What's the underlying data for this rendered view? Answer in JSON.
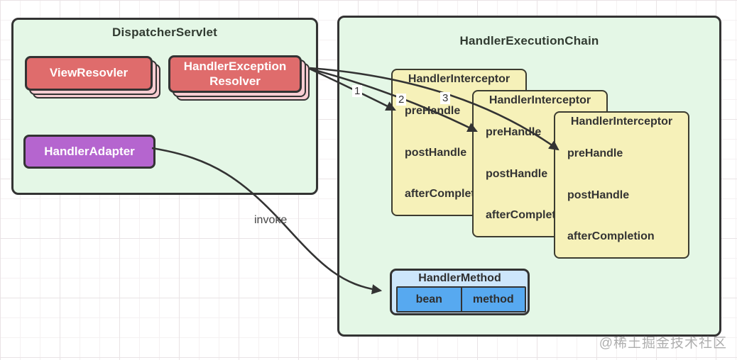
{
  "dispatcher": {
    "title": "DispatcherServlet",
    "view_resolver_label": "ViewResovler",
    "exception_resolver_label": "HandlerException\nResolver",
    "handler_adapter_label": "HandlerAdapter"
  },
  "chain": {
    "title": "HandlerExecutionChain",
    "interceptors": [
      {
        "title": "HandlerInterceptor",
        "methods": [
          "preHandle",
          "postHandle",
          "afterCompletion"
        ]
      },
      {
        "title": "HandlerInterceptor",
        "methods": [
          "preHandle",
          "postHandle",
          "afterCompletion"
        ]
      },
      {
        "title": "HandlerInterceptor",
        "methods": [
          "preHandle",
          "postHandle",
          "afterCompletion"
        ]
      }
    ],
    "handler_method": {
      "title": "HandlerMethod",
      "cells": [
        "bean",
        "method"
      ]
    }
  },
  "edges": {
    "sequence_labels": [
      "1",
      "2",
      "3"
    ],
    "invoke_label": "invoke"
  },
  "watermark": "@稀土掘金技术社区",
  "colors": {
    "panel_green": "#e4f7e6",
    "interceptor_yellow": "#f6f1b9",
    "resolver_red": "#df6c6c",
    "stack_pink": "#f8cdd2",
    "adapter_purple": "#b565cf",
    "handler_method_light_blue": "#cde6fb",
    "handler_method_blue": "#57a9f0",
    "border_dark": "#333333",
    "arrow_dark": "#333333"
  }
}
